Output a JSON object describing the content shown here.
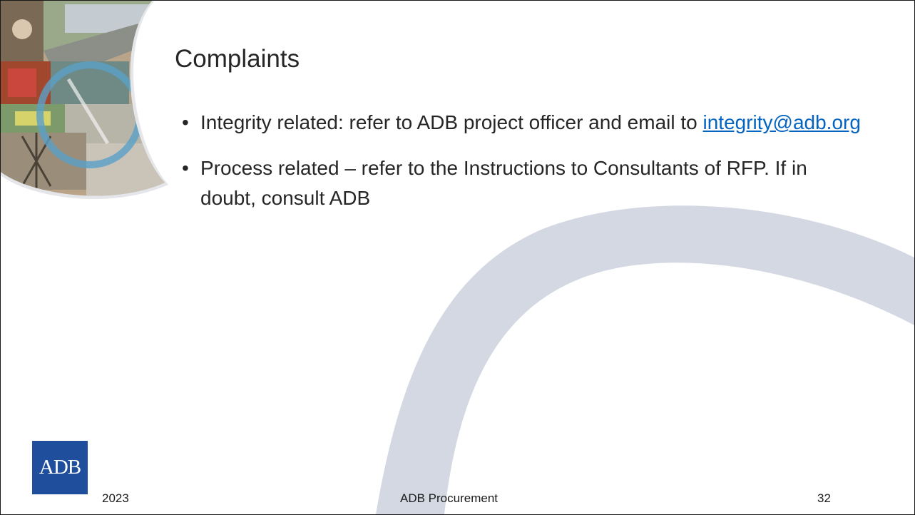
{
  "slide": {
    "title": "Complaints",
    "bullets": [
      {
        "marker": "•",
        "text_before": "Integrity related: refer to ADB project officer and email to ",
        "link_text": "integrity@adb.org"
      },
      {
        "marker": "•",
        "text": "Process related – refer to the Instructions to Consultants of RFP. If in doubt, consult ADB"
      }
    ]
  },
  "logo": {
    "text": "ADB",
    "color": "#1f4e9c"
  },
  "footer": {
    "year": "2023",
    "center": "ADB Procurement",
    "page_number": "32"
  },
  "colors": {
    "arc": "#d3d8e2",
    "link": "#0563c1",
    "text": "#262626"
  }
}
